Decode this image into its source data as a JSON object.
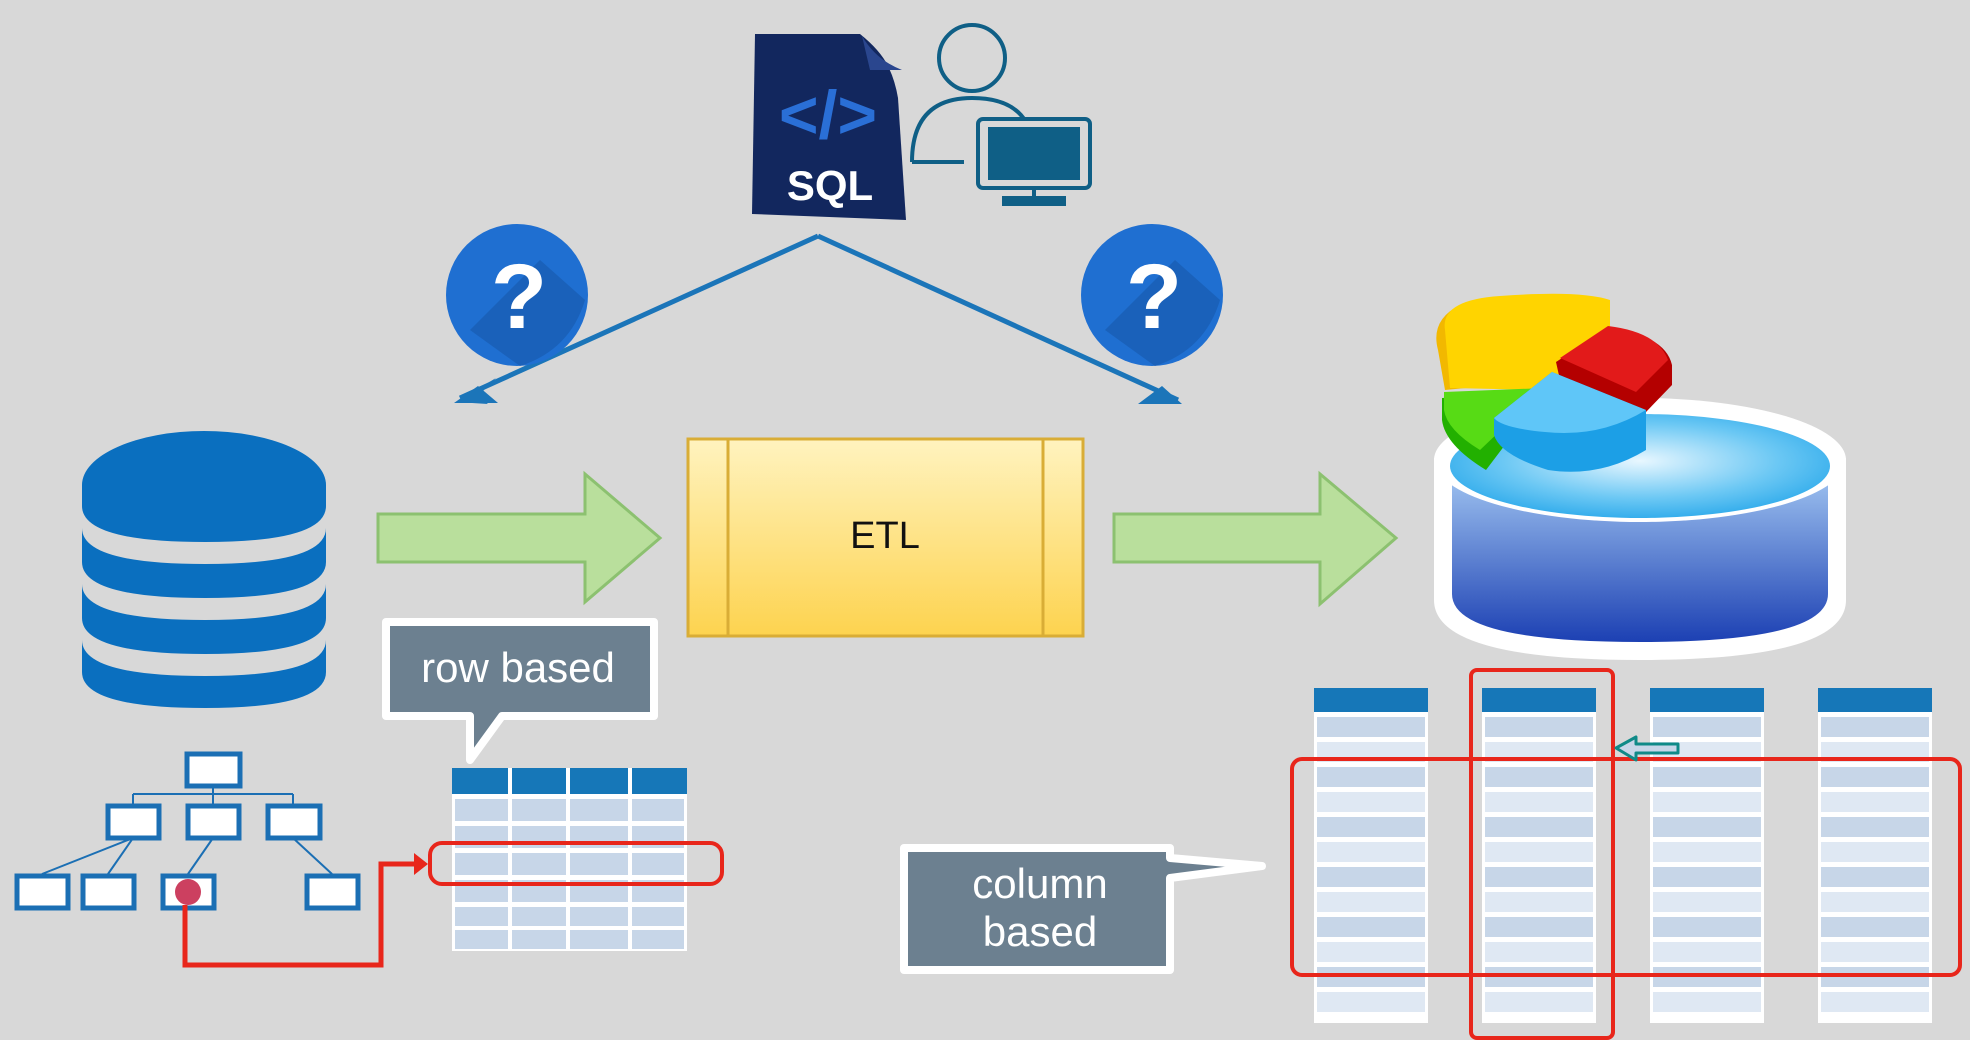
{
  "sql_doc": {
    "label": "SQL",
    "code_glyph": "</>"
  },
  "question_marks": [
    {
      "glyph": "?",
      "icon": "question-icon"
    },
    {
      "glyph": "?",
      "icon": "question-icon"
    }
  ],
  "etl": {
    "label": "ETL"
  },
  "callouts": {
    "row": {
      "label": "row based"
    },
    "column": {
      "line1": "column",
      "line2": "based"
    }
  },
  "colors": {
    "background": "#d8d8d8",
    "db_blue": "#0a6fbf",
    "question_blue": "#1f6fd1",
    "arrow_line": "#1b75b9",
    "green_arrow": "#b9df9c",
    "etl_fill": "#fde68d",
    "callout": "#6c8090",
    "highlight_red": "#e8261b",
    "table_header": "#1677b8",
    "table_cell": "#c7d6e8",
    "sql_navy": "#12275e"
  },
  "icons": [
    "database-icon",
    "sql-document-icon",
    "user-computer-icon",
    "question-icon",
    "data-warehouse-icon",
    "pie-chart-icon",
    "tree-icon",
    "table-icon",
    "arrow-icon"
  ]
}
